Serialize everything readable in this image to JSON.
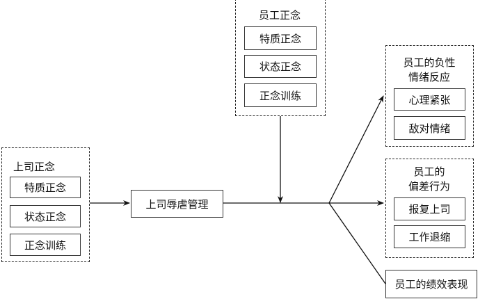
{
  "supervisor_mindfulness": {
    "title": "上司正念",
    "items": [
      "特质正念",
      "状态正念",
      "正念训练"
    ]
  },
  "abusive_supervision": {
    "label": "上司辱虐管理"
  },
  "employee_mindfulness": {
    "title": "员工正念",
    "items": [
      "特质正念",
      "状态正念",
      "正念训练"
    ]
  },
  "negative_emotion": {
    "title_line1": "员工的负性",
    "title_line2": "情绪反应",
    "items": [
      "心理紧张",
      "敌对情绪"
    ]
  },
  "deviant_behavior": {
    "title_line1": "员工的",
    "title_line2": "偏差行为",
    "items": [
      "报复上司",
      "工作退缩"
    ]
  },
  "performance": {
    "label": "员工的绩效表现"
  },
  "colors": {
    "line": "#111111",
    "box_border": "#333333"
  }
}
